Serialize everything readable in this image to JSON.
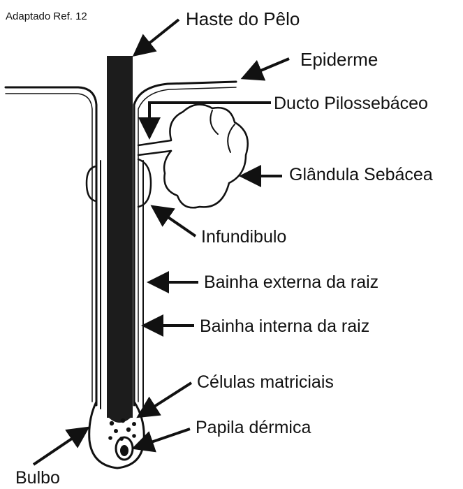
{
  "credit": "Adaptado Ref. 12",
  "labels": {
    "haste": "Haste do Pêlo",
    "epiderme": "Epiderme",
    "ducto": "Ducto Pilossebáceo",
    "glandula": "Glândula Sebácea",
    "infundibulo": "Infundibulo",
    "bainha_externa": "Bainha externa da raiz",
    "bainha_interna": "Bainha interna da raiz",
    "celulas": "Células matriciais",
    "papila": "Papila dérmica",
    "bulbo": "Bulbo"
  },
  "colors": {
    "ink": "#111111",
    "hair_shaft": "#1c1c1c",
    "background": "#ffffff"
  }
}
